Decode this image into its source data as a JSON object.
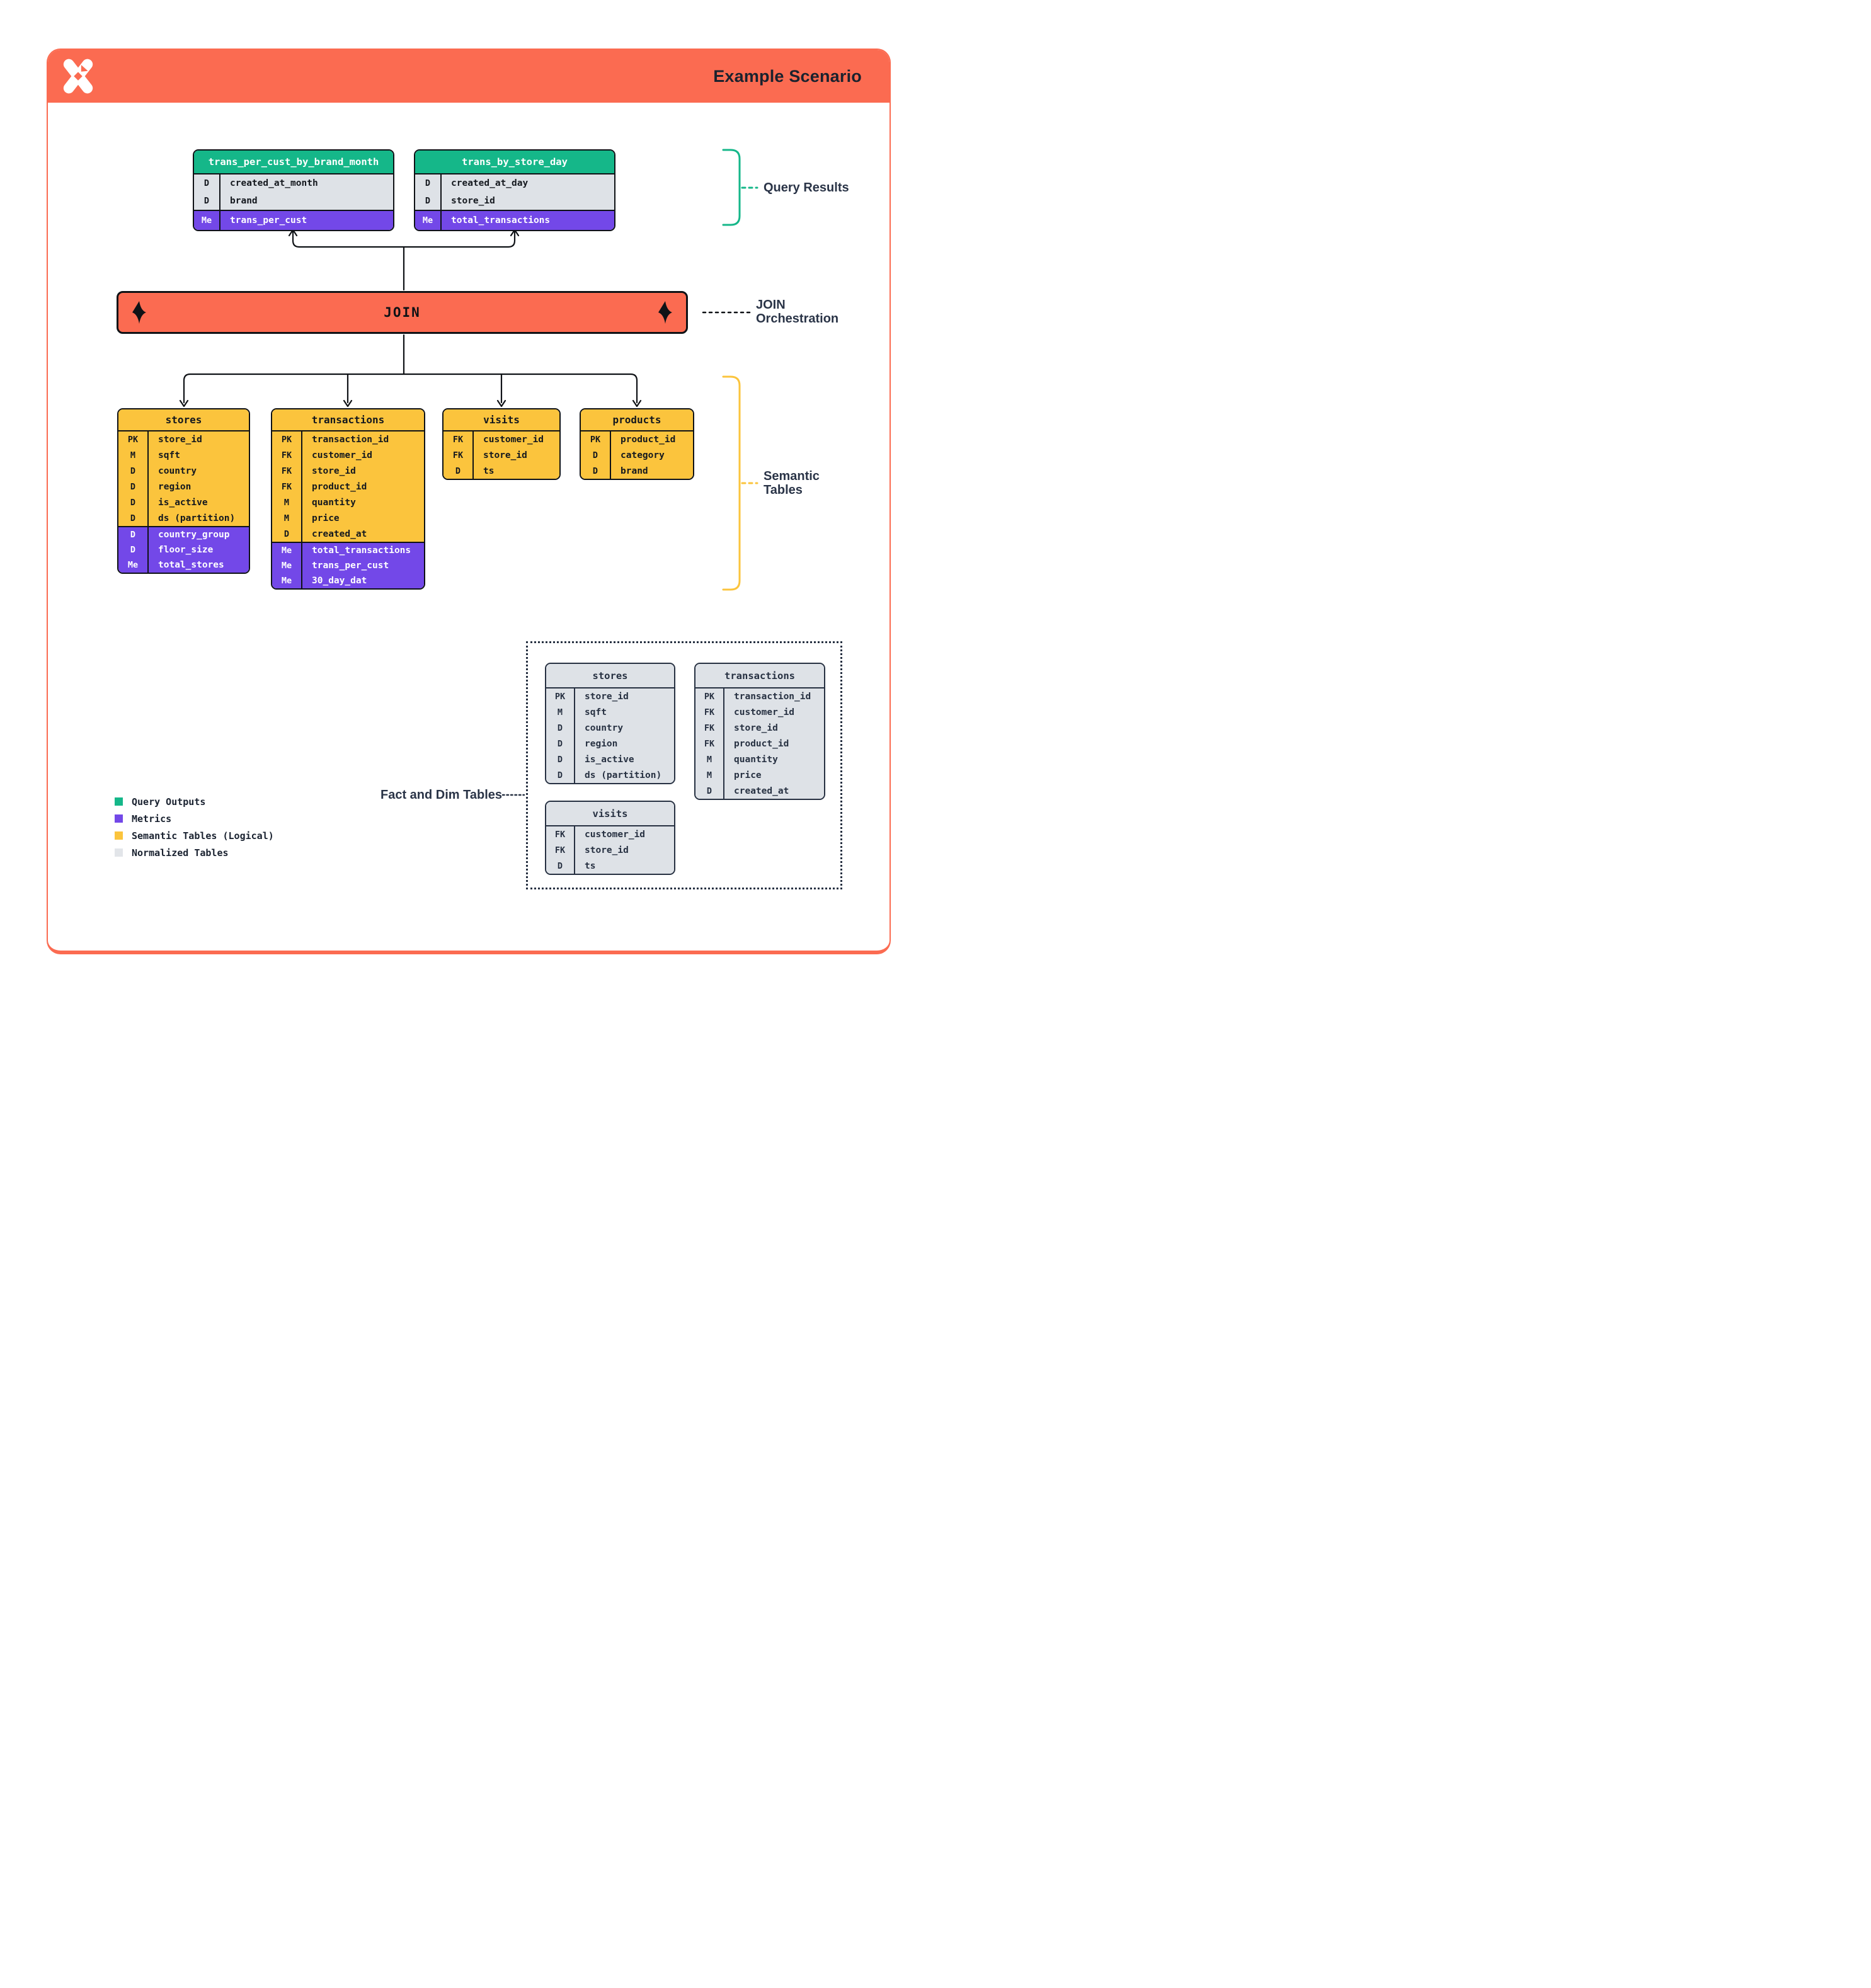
{
  "header": {
    "title": "Example Scenario",
    "logo": "pinwheel-x-logo"
  },
  "join": {
    "label": "JOIN"
  },
  "annotations": {
    "query_results": "Query Results",
    "join_orchestration_line1": "JOIN",
    "join_orchestration_line2": "Orchestration",
    "semantic_tables_line1": "Semantic",
    "semantic_tables_line2": "Tables",
    "fact_dim_tables": "Fact and Dim Tables"
  },
  "query_tables": [
    {
      "title": "trans_per_cust_by_brand_month",
      "rows": [
        [
          "D",
          "created_at_month"
        ],
        [
          "D",
          "brand"
        ]
      ],
      "metrics": [
        [
          "Me",
          "trans_per_cust"
        ]
      ]
    },
    {
      "title": "trans_by_store_day",
      "rows": [
        [
          "D",
          "created_at_day"
        ],
        [
          "D",
          "store_id"
        ]
      ],
      "metrics": [
        [
          "Me",
          "total_transactions"
        ]
      ]
    }
  ],
  "semantic_tables": [
    {
      "title": "stores",
      "rows": [
        [
          "PK",
          "store_id"
        ],
        [
          "M",
          "sqft"
        ],
        [
          "D",
          "country"
        ],
        [
          "D",
          "region"
        ],
        [
          "D",
          "is_active"
        ],
        [
          "D",
          "ds (partition)"
        ]
      ],
      "metrics": [
        [
          "D",
          "country_group"
        ],
        [
          "D",
          "floor_size"
        ],
        [
          "Me",
          "total_stores"
        ]
      ]
    },
    {
      "title": "transactions",
      "rows": [
        [
          "PK",
          "transaction_id"
        ],
        [
          "FK",
          "customer_id"
        ],
        [
          "FK",
          "store_id"
        ],
        [
          "FK",
          "product_id"
        ],
        [
          "M",
          "quantity"
        ],
        [
          "M",
          "price"
        ],
        [
          "D",
          "created_at"
        ]
      ],
      "metrics": [
        [
          "Me",
          "total_transactions"
        ],
        [
          "Me",
          "trans_per_cust"
        ],
        [
          "Me",
          "30_day_dat"
        ]
      ]
    },
    {
      "title": "visits",
      "rows": [
        [
          "FK",
          "customer_id"
        ],
        [
          "FK",
          "store_id"
        ],
        [
          "D",
          "ts"
        ]
      ]
    },
    {
      "title": "products",
      "rows": [
        [
          "PK",
          "product_id"
        ],
        [
          "D",
          "category"
        ],
        [
          "D",
          "brand"
        ]
      ]
    }
  ],
  "normalized_tables": [
    {
      "title": "stores",
      "rows": [
        [
          "PK",
          "store_id"
        ],
        [
          "M",
          "sqft"
        ],
        [
          "D",
          "country"
        ],
        [
          "D",
          "region"
        ],
        [
          "D",
          "is_active"
        ],
        [
          "D",
          "ds (partition)"
        ]
      ]
    },
    {
      "title": "transactions",
      "rows": [
        [
          "PK",
          "transaction_id"
        ],
        [
          "FK",
          "customer_id"
        ],
        [
          "FK",
          "store_id"
        ],
        [
          "FK",
          "product_id"
        ],
        [
          "M",
          "quantity"
        ],
        [
          "M",
          "price"
        ],
        [
          "D",
          "created_at"
        ]
      ]
    },
    {
      "title": "visits",
      "rows": [
        [
          "FK",
          "customer_id"
        ],
        [
          "FK",
          "store_id"
        ],
        [
          "D",
          "ts"
        ]
      ]
    }
  ],
  "legend": [
    {
      "color": "#15B789",
      "label": "Query Outputs"
    },
    {
      "color": "#7348E8",
      "label": "Metrics"
    },
    {
      "color": "#FBC43D",
      "label": "Semantic Tables (Logical)"
    },
    {
      "color": "#E2E5E9",
      "label": "Normalized Tables"
    }
  ],
  "colors": {
    "accent_orange": "#FB6B51",
    "query_output_green": "#15B789",
    "metric_purple": "#7348E8",
    "semantic_yellow": "#FBC43D",
    "normalized_gray": "#DEE2E7",
    "ink": "#0F1216",
    "navy": "#273142"
  }
}
